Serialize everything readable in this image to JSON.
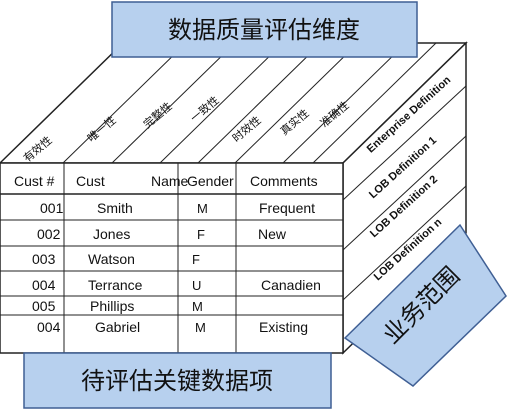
{
  "labels": {
    "top_title": "数据质量评估维度",
    "bottom_title": "待评估关键数据项",
    "side_title": "业务范围"
  },
  "dimensions": [
    "有效性",
    "唯一性",
    "完整性",
    "一致性",
    "时效性",
    "真实性",
    "准确性"
  ],
  "business_scopes": [
    "Enterprise Definition",
    "LOB Definition 1",
    "LOB Definition 2",
    "LOB Definition n"
  ],
  "table": {
    "columns": [
      "Cust #",
      "Cust",
      "Name",
      "Gender",
      "Comments"
    ],
    "rows": [
      {
        "cust_no": "001",
        "name": "Smith",
        "gender": "M",
        "comments": "Frequent"
      },
      {
        "cust_no": "002",
        "name": "Jones",
        "gender": "F",
        "comments": "New"
      },
      {
        "cust_no": "003",
        "name": "Watson",
        "gender": "F",
        "comments": ""
      },
      {
        "cust_no": "004",
        "name": "Terrance",
        "gender": "U",
        "comments": "Canadien"
      },
      {
        "cust_no": "005",
        "name": "Phillips",
        "gender": "M",
        "comments": ""
      },
      {
        "cust_no": "004",
        "name": "Gabriel",
        "gender": "M",
        "comments": "Existing"
      }
    ]
  },
  "colors": {
    "label_fill": "#b7d0ee",
    "label_stroke": "#3f5f94",
    "line": "#222222",
    "face": "#ffffff",
    "text": "#111111"
  }
}
